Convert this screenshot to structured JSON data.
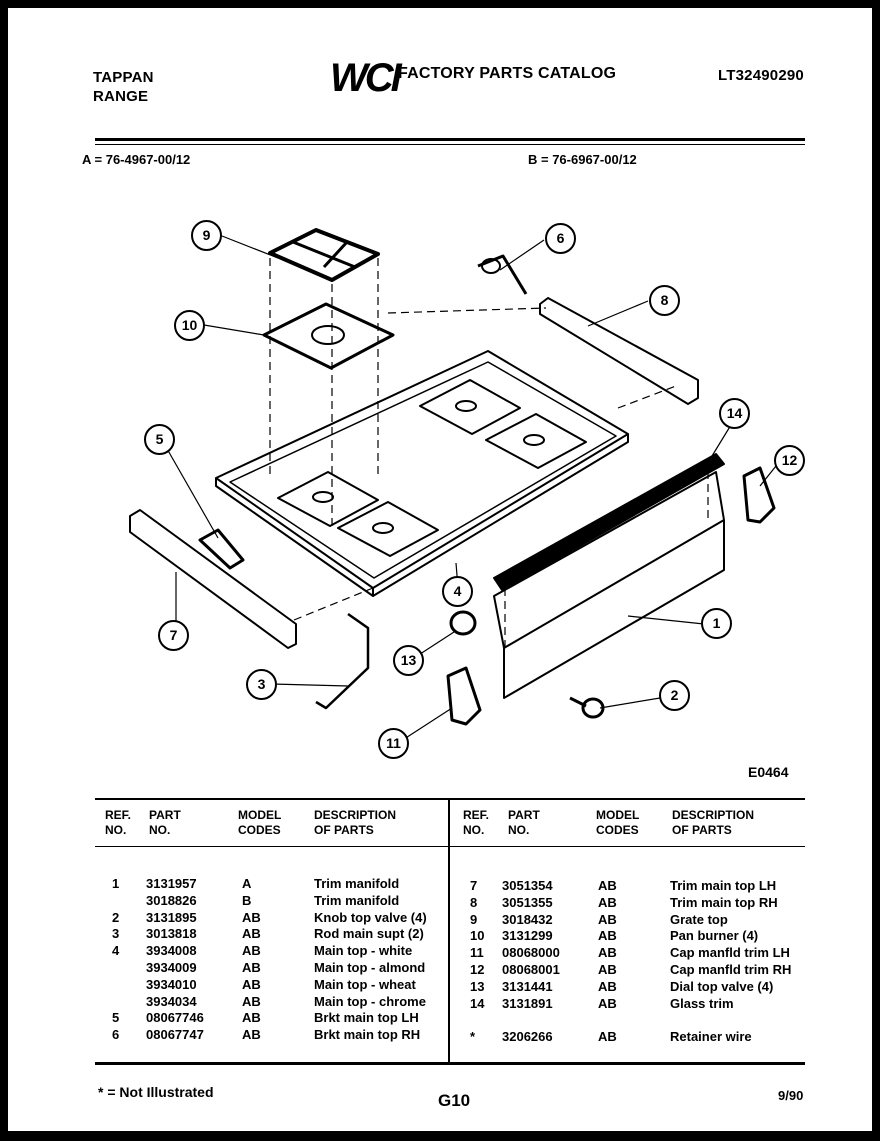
{
  "header": {
    "brand": "TAPPAN",
    "product": "RANGE",
    "logo_text": "WCI",
    "catalog_title": "FACTORY PARTS CATALOG",
    "model_number": "LT32490290"
  },
  "model_codes": {
    "a": "A = 76-4967-00/12",
    "b": "B = 76-6967-00/12"
  },
  "figure": {
    "code": "E0464",
    "callouts": [
      "1",
      "2",
      "3",
      "4",
      "5",
      "6",
      "7",
      "8",
      "9",
      "10",
      "11",
      "12",
      "13",
      "14"
    ]
  },
  "table": {
    "headers": {
      "ref": "REF. NO.",
      "ref_line1": "REF.",
      "ref_line2": "NO.",
      "part_line1": "PART",
      "part_line2": "NO.",
      "model_line1": "MODEL",
      "model_line2": "CODES",
      "desc_line1": "DESCRIPTION",
      "desc_line2": "OF PARTS"
    },
    "left_rows": [
      {
        "ref": "1",
        "part": "3131957",
        "code": "A",
        "desc": "Trim manifold"
      },
      {
        "ref": "",
        "part": "3018826",
        "code": "B",
        "desc": "Trim manifold"
      },
      {
        "ref": "2",
        "part": "3131895",
        "code": "AB",
        "desc": "Knob top valve (4)"
      },
      {
        "ref": "3",
        "part": "3013818",
        "code": "AB",
        "desc": "Rod main supt (2)"
      },
      {
        "ref": "4",
        "part": "3934008",
        "code": "AB",
        "desc": "Main top - white"
      },
      {
        "ref": "",
        "part": "3934009",
        "code": "AB",
        "desc": "Main top - almond"
      },
      {
        "ref": "",
        "part": "3934010",
        "code": "AB",
        "desc": "Main top - wheat"
      },
      {
        "ref": "",
        "part": "3934034",
        "code": "AB",
        "desc": "Main top - chrome"
      },
      {
        "ref": "5",
        "part": "08067746",
        "code": "AB",
        "desc": "Brkt main top LH"
      },
      {
        "ref": "6",
        "part": "08067747",
        "code": "AB",
        "desc": "Brkt main top RH"
      }
    ],
    "right_rows": [
      {
        "ref": "7",
        "part": "3051354",
        "code": "AB",
        "desc": "Trim main top LH"
      },
      {
        "ref": "8",
        "part": "3051355",
        "code": "AB",
        "desc": "Trim main top RH"
      },
      {
        "ref": "9",
        "part": "3018432",
        "code": "AB",
        "desc": "Grate top"
      },
      {
        "ref": "10",
        "part": "3131299",
        "code": "AB",
        "desc": "Pan burner (4)"
      },
      {
        "ref": "11",
        "part": "08068000",
        "code": "AB",
        "desc": "Cap manfld trim LH"
      },
      {
        "ref": "12",
        "part": "08068001",
        "code": "AB",
        "desc": "Cap manfld trim RH"
      },
      {
        "ref": "13",
        "part": "3131441",
        "code": "AB",
        "desc": "Dial top valve (4)"
      },
      {
        "ref": "14",
        "part": "3131891",
        "code": "AB",
        "desc": "Glass trim"
      },
      {
        "ref": "",
        "part": "",
        "code": "",
        "desc": ""
      },
      {
        "ref": "*",
        "part": "3206266",
        "code": "AB",
        "desc": "Retainer wire"
      }
    ]
  },
  "footer": {
    "note": "* = Not Illustrated",
    "page": "G10",
    "date": "9/90"
  }
}
